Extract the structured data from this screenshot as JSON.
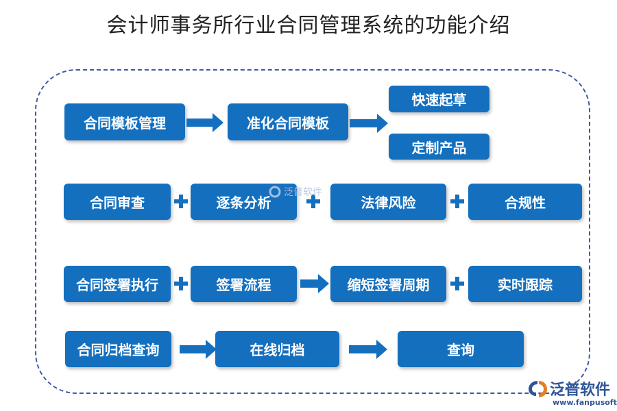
{
  "title": "会计师事务所行业合同管理系统的功能介绍",
  "rows": {
    "template": {
      "main": "合同模板管理",
      "standard": "准化合同模板",
      "draft": "快速起草",
      "custom": "定制产品"
    },
    "review": {
      "main": "合同审查",
      "item1": "逐条分析",
      "item2": "法律风险",
      "item3": "合规性"
    },
    "signing": {
      "main": "合同签署执行",
      "item1": "签署流程",
      "item2": "缩短签署周期",
      "item3": "实时跟踪"
    },
    "archive": {
      "main": "合同归档查询",
      "item1": "在线归档",
      "item2": "查询"
    }
  },
  "watermarks": {
    "center": "泛普软件",
    "corner_name": "泛普软件",
    "corner_url": "www.fanpusoft.com"
  },
  "colors": {
    "box": "#1470bf",
    "arrow": "#1470bf",
    "frame": "#3d5aa8"
  }
}
